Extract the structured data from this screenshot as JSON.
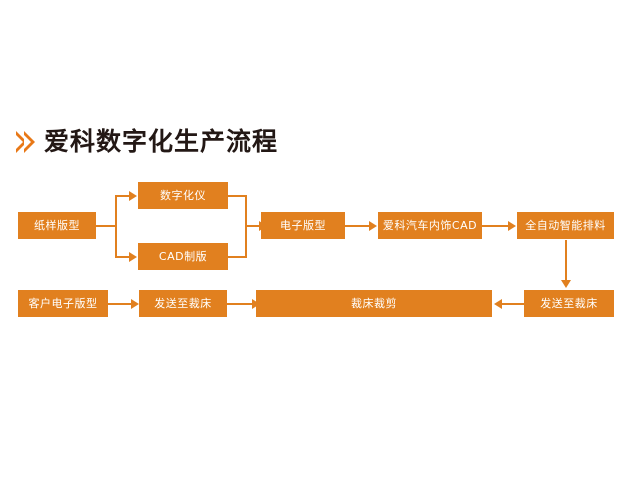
{
  "title": {
    "text": "爱科数字化生产流程",
    "chevron_icon": "double-chevron-right-icon",
    "color": "#231815"
  },
  "theme": {
    "accent": "#E1801F",
    "accent_dark": "#E87817",
    "background": "#FFFFFF",
    "box_text": "#FFFFFF"
  },
  "flow": {
    "nodes": [
      {
        "id": "paper-pattern",
        "label": "纸样版型"
      },
      {
        "id": "digitizer",
        "label": "数字化仪"
      },
      {
        "id": "cad-platemaking",
        "label": "CAD制版"
      },
      {
        "id": "electronic-pattern",
        "label": "电子版型"
      },
      {
        "id": "aiko-auto-interior-cad",
        "label": "爱科汽车内饰CAD"
      },
      {
        "id": "auto-nesting",
        "label": "全自动智能排料"
      },
      {
        "id": "send-to-cutter-top",
        "label": "发送至裁床"
      },
      {
        "id": "cutter-cutting",
        "label": "裁床裁剪"
      },
      {
        "id": "send-to-cutter-bottom",
        "label": "发送至裁床"
      },
      {
        "id": "customer-electronic-pattern",
        "label": "客户电子版型"
      }
    ]
  }
}
